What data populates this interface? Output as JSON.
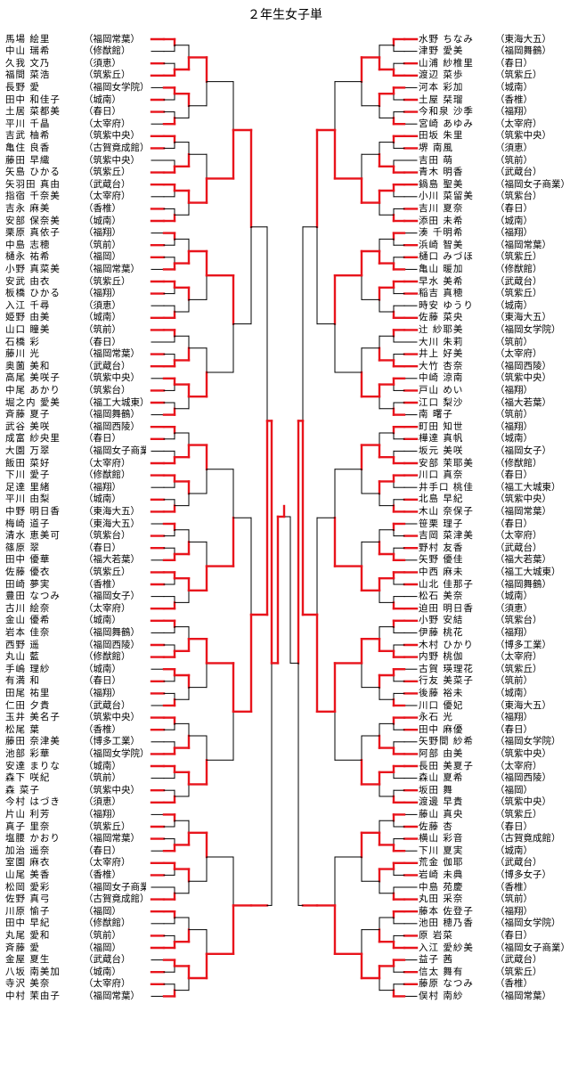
{
  "title": "２年生女子単",
  "left_entries": [
    {
      "name": "馬場 絵里",
      "school": "（福岡常葉）"
    },
    {
      "name": "中山 瑞希",
      "school": "（修猷館）"
    },
    {
      "name": "久我 文乃",
      "school": "（須恵）"
    },
    {
      "name": "福間 菜浩",
      "school": "（筑紫丘）"
    },
    {
      "name": "長野 愛",
      "school": "（福岡女学院）"
    },
    {
      "name": "田中 和佳子",
      "school": "（城南）"
    },
    {
      "name": "土居 菜都美",
      "school": "（春日）"
    },
    {
      "name": "平川 千晶",
      "school": "（太宰府）"
    },
    {
      "name": "吉武 柚希",
      "school": "（筑紫中央）"
    },
    {
      "name": "亀住 良香",
      "school": "（古賀竟成館）"
    },
    {
      "name": "藤田 早織",
      "school": "（筑紫中央）"
    },
    {
      "name": "矢島 ひかる",
      "school": "（筑紫丘）"
    },
    {
      "name": "矢羽田 真由",
      "school": "（武蔵台）"
    },
    {
      "name": "指宿 千奈美",
      "school": "（太宰府）"
    },
    {
      "name": "吉永 麻美",
      "school": "（香椎）"
    },
    {
      "name": "安部 保奈美",
      "school": "（城南）"
    },
    {
      "name": "栗原 真依子",
      "school": "（福翔）"
    },
    {
      "name": "中島 志穂",
      "school": "（筑前）"
    },
    {
      "name": "樋永 祐希",
      "school": "（福岡）"
    },
    {
      "name": "小野 真菜美",
      "school": "（福岡常葉）"
    },
    {
      "name": "安武 由衣",
      "school": "（筑紫丘）"
    },
    {
      "name": "板橋 ひかる",
      "school": "（福翔）"
    },
    {
      "name": "入江 千尋",
      "school": "（須恵）"
    },
    {
      "name": "姫野 由美",
      "school": "（城南）"
    },
    {
      "name": "山口 瞳美",
      "school": "（筑前）"
    },
    {
      "name": "石橋 彩",
      "school": "（春日）"
    },
    {
      "name": "藤川 光",
      "school": "（福岡常葉）"
    },
    {
      "name": "奥薗 美和",
      "school": "（武蔵台）"
    },
    {
      "name": "高尾 美咲子",
      "school": "（筑紫中央）"
    },
    {
      "name": "中尾 あかり",
      "school": "（筑紫台）"
    },
    {
      "name": "堀之内 愛美",
      "school": "（福工大城東）"
    },
    {
      "name": "斉藤 夏子",
      "school": "（福岡舞鶴）"
    },
    {
      "name": "武谷 美咲",
      "school": "（福岡西陵）"
    },
    {
      "name": "成富 紗央里",
      "school": "（春日）"
    },
    {
      "name": "大園 万翠",
      "school": "（福岡女子商業）"
    },
    {
      "name": "飯田 菜好",
      "school": "（太宰府）"
    },
    {
      "name": "下川 愛子",
      "school": "（修猷館）"
    },
    {
      "name": "足達 里緒",
      "school": "（福翔）"
    },
    {
      "name": "平川 由梨",
      "school": "（城南）"
    },
    {
      "name": "中野 明日香",
      "school": "（東海大五）"
    },
    {
      "name": "梅崎 道子",
      "school": "（東海大五）"
    },
    {
      "name": "清水 恵美可",
      "school": "（筑紫台）"
    },
    {
      "name": "篠原 翠",
      "school": "（春日）"
    },
    {
      "name": "田中 優華",
      "school": "（福大若葉）"
    },
    {
      "name": "佐藤 優衣",
      "school": "（筑紫丘）"
    },
    {
      "name": "田崎 夢実",
      "school": "（香椎）"
    },
    {
      "name": "豊田 なつみ",
      "school": "（福岡女子）"
    },
    {
      "name": "古川 絵奈",
      "school": "（太宰府）"
    },
    {
      "name": "金山 優希",
      "school": "（城南）"
    },
    {
      "name": "岩本 佳奈",
      "school": "（福岡舞鶴）"
    },
    {
      "name": "西野 遥",
      "school": "（福岡西陵）"
    },
    {
      "name": "丸山 藍",
      "school": "（修猷館）"
    },
    {
      "name": "手嶋 理紗",
      "school": "（城南）"
    },
    {
      "name": "有満 和",
      "school": "（春日）"
    },
    {
      "name": "田尾 祐里",
      "school": "（福翔）"
    },
    {
      "name": "仁田 夕貴",
      "school": "（武蔵台）"
    },
    {
      "name": "玉井 美名子",
      "school": "（筑紫中央）"
    },
    {
      "name": "松尾 葉",
      "school": "（香椎）"
    },
    {
      "name": "藤田 奈津美",
      "school": "（博多工業）"
    },
    {
      "name": "池部 彩華",
      "school": "（福岡女学院）"
    },
    {
      "name": "安達 まりな",
      "school": "（城南）"
    },
    {
      "name": "森下 咲紀",
      "school": "（筑前）"
    },
    {
      "name": "森 菜子",
      "school": "（筑紫中央）"
    },
    {
      "name": "今村 はづき",
      "school": "（須恵）"
    },
    {
      "name": "片山 利芳",
      "school": "（福翔）"
    },
    {
      "name": "真子 里奈",
      "school": "（筑紫丘）"
    },
    {
      "name": "塩腰 かおり",
      "school": "（福岡常葉）"
    },
    {
      "name": "加治 遥奈",
      "school": "（春日）"
    },
    {
      "name": "室園 麻衣",
      "school": "（太宰府）"
    },
    {
      "name": "山尾 美香",
      "school": "（香椎）"
    },
    {
      "name": "松岡 愛彩",
      "school": "（福岡女子商業）"
    },
    {
      "name": "佐野 真弓",
      "school": "（古賀竟成館）"
    },
    {
      "name": "川原 愉子",
      "school": "（福岡）"
    },
    {
      "name": "田中 早紀",
      "school": "（修猷館）"
    },
    {
      "name": "丸尾 愛和",
      "school": "（筑前）"
    },
    {
      "name": "斉藤 愛",
      "school": "（福岡）"
    },
    {
      "name": "金屋 夏生",
      "school": "（武蔵台）"
    },
    {
      "name": "八坂 南美加",
      "school": "（城南）"
    },
    {
      "name": "寺沢 美奈",
      "school": "（太宰府）"
    },
    {
      "name": "中村 茉由子",
      "school": "（福岡常葉）"
    }
  ],
  "right_entries": [
    {
      "name": "水野 ちなみ",
      "school": "（東海大五）"
    },
    {
      "name": "津野 愛美",
      "school": "（福岡舞鶴）"
    },
    {
      "name": "山浦 紗椎里",
      "school": "（春日）"
    },
    {
      "name": "渡辺 菜歩",
      "school": "（筑紫丘）"
    },
    {
      "name": "河本 彩加",
      "school": "（城南）"
    },
    {
      "name": "土屋 栞瑠",
      "school": "（香椎）"
    },
    {
      "name": "今和泉 沙季",
      "school": "（福翔）"
    },
    {
      "name": "宮崎 あゆみ",
      "school": "（太宰府）"
    },
    {
      "name": "田坂 朱里",
      "school": "（筑紫中央）"
    },
    {
      "name": "堺 南風",
      "school": "（須恵）"
    },
    {
      "name": "吉田 萌",
      "school": "（筑前）"
    },
    {
      "name": "青木 明香",
      "school": "（武蔵台）"
    },
    {
      "name": "鍋島 聖美",
      "school": "（福岡女子商業）"
    },
    {
      "name": "小川 菜留美",
      "school": "（筑紫台）"
    },
    {
      "name": "吉川 夏奈",
      "school": "（春日）"
    },
    {
      "name": "添田 未希",
      "school": "（城南）"
    },
    {
      "name": "湊 千明希",
      "school": "（福翔）"
    },
    {
      "name": "浜崎 智美",
      "school": "（福岡常葉）"
    },
    {
      "name": "樋口 みづほ",
      "school": "（筑紫丘）"
    },
    {
      "name": "亀山 暖加",
      "school": "（修猷館）"
    },
    {
      "name": "早水 美希",
      "school": "（武蔵台）"
    },
    {
      "name": "稲吉 真穂",
      "school": "（筑紫丘）"
    },
    {
      "name": "時安 ゆうり",
      "school": "（城南）"
    },
    {
      "name": "佐藤 菜央",
      "school": "（東海大五）"
    },
    {
      "name": "辻 紗耶美",
      "school": "（福岡女学院）"
    },
    {
      "name": "大川 朱莉",
      "school": "（筑前）"
    },
    {
      "name": "井上 好美",
      "school": "（太宰府）"
    },
    {
      "name": "大竹 杏奈",
      "school": "（福岡西陵）"
    },
    {
      "name": "中崎 涼南",
      "school": "（筑紫中央）"
    },
    {
      "name": "戸山 めい",
      "school": "（福翔）"
    },
    {
      "name": "江口 梨沙",
      "school": "（福大若葉）"
    },
    {
      "name": "南 曙子",
      "school": "（筑前）"
    },
    {
      "name": "町田 知世",
      "school": "（福翔）"
    },
    {
      "name": "樺達 真帆",
      "school": "（城南）"
    },
    {
      "name": "坂元 美咲",
      "school": "（福岡女子）"
    },
    {
      "name": "安部 茉耶美",
      "school": "（修猷館）"
    },
    {
      "name": "川口 真奈",
      "school": "（春日）"
    },
    {
      "name": "井手口 桃佳",
      "school": "（福工大城東）"
    },
    {
      "name": "北島 早紀",
      "school": "（筑紫中央）"
    },
    {
      "name": "木山 奈保子",
      "school": "（福岡常葉）"
    },
    {
      "name": "笹栗 理子",
      "school": "（春日）"
    },
    {
      "name": "吉岡 菜津美",
      "school": "（太宰府）"
    },
    {
      "name": "野村 友香",
      "school": "（武蔵台）"
    },
    {
      "name": "矢野 優佳",
      "school": "（福大若葉）"
    },
    {
      "name": "中西 麻未",
      "school": "（福工大城東）"
    },
    {
      "name": "山北 佳那子",
      "school": "（福岡舞鶴）"
    },
    {
      "name": "松石 美奈",
      "school": "（城南）"
    },
    {
      "name": "迫田 明日香",
      "school": "（須恵）"
    },
    {
      "name": "小野 安結",
      "school": "（筑紫台）"
    },
    {
      "name": "伊藤 桃花",
      "school": "（福翔）"
    },
    {
      "name": "木村 ひかり",
      "school": "（博多工業）"
    },
    {
      "name": "内野 桃伽",
      "school": "（太宰府）"
    },
    {
      "name": "古賀 瑛理花",
      "school": "（筑紫丘）"
    },
    {
      "name": "行友 美菜子",
      "school": "（筑前）"
    },
    {
      "name": "後藤 裕未",
      "school": "（城南）"
    },
    {
      "name": "川口 優妃",
      "school": "（東海大五）"
    },
    {
      "name": "永石 光",
      "school": "（福翔）"
    },
    {
      "name": "田中 麻優",
      "school": "（春日）"
    },
    {
      "name": "矢野間 紗希",
      "school": "（福岡女学院）"
    },
    {
      "name": "阿部 由美",
      "school": "（筑紫中央）"
    },
    {
      "name": "長田 美夏子",
      "school": "（太宰府）"
    },
    {
      "name": "森山 夏希",
      "school": "（福岡西陵）"
    },
    {
      "name": "坂田 舞",
      "school": "（福岡）"
    },
    {
      "name": "渡邊 早貴",
      "school": "（筑紫中央）"
    },
    {
      "name": "藤山 真央",
      "school": "（筑紫丘）"
    },
    {
      "name": "佐藤 杏",
      "school": "（春日）"
    },
    {
      "name": "横山 彩音",
      "school": "（古賀竟成館）"
    },
    {
      "name": "下川 夏実",
      "school": "（城南）"
    },
    {
      "name": "荒金 伽耶",
      "school": "（武蔵台）"
    },
    {
      "name": "岩崎 未典",
      "school": "（博多女子）"
    },
    {
      "name": "中島 苑慶",
      "school": "（香椎）"
    },
    {
      "name": "丸田 采奈",
      "school": "（筑前）"
    },
    {
      "name": "藤本 佐登子",
      "school": "（福翔）"
    },
    {
      "name": "池田 穂乃香",
      "school": "（福岡女学院）"
    },
    {
      "name": "原 岩菜",
      "school": "（春日）"
    },
    {
      "name": "入江 愛紗美",
      "school": "（福岡女子商業）"
    },
    {
      "name": "益子 茜",
      "school": "（武蔵台）"
    },
    {
      "name": "信太 舞有",
      "school": "（筑紫丘）"
    },
    {
      "name": "藤原 なつみ",
      "school": "（香椎）"
    },
    {
      "name": "俣村 南紗",
      "school": "（福岡常葉）"
    }
  ],
  "colors": {
    "winner": "#e8141c",
    "line": "#000000"
  }
}
